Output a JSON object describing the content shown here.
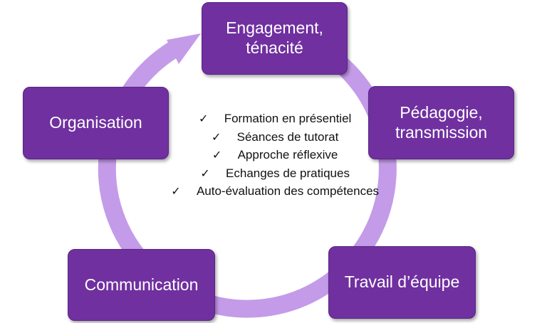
{
  "colors": {
    "node_fill": "#7030a0",
    "ring": "#c49be8",
    "text_on_node": "#ffffff"
  },
  "cycle": {
    "nodes": [
      {
        "id": "top",
        "label": "Engagement,\nténacité"
      },
      {
        "id": "right",
        "label": "Pédagogie,\ntransmission"
      },
      {
        "id": "bottom-right",
        "label": "Travail d’équipe"
      },
      {
        "id": "bottom-left",
        "label": "Communication"
      },
      {
        "id": "left",
        "label": "Organisation"
      }
    ]
  },
  "center": {
    "check_icon": "check-icon",
    "items": [
      "Formation en présentiel",
      "Séances de tutorat",
      "Approche réflexive",
      "Echanges de pratiques",
      "Auto-évaluation des compétences"
    ]
  }
}
